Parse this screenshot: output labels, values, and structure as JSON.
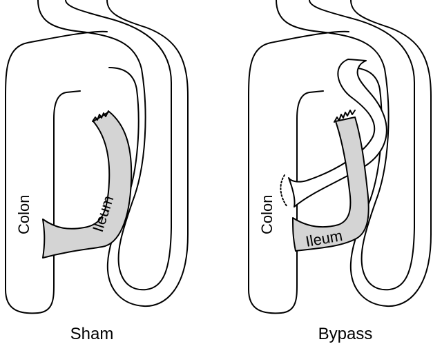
{
  "colors": {
    "ileum_fill": "#d4d4d4",
    "outline": "#000000",
    "background": "#ffffff"
  },
  "panels": [
    {
      "caption": "Sham",
      "labels": {
        "colon": "Colon",
        "ileum": "Ileum"
      }
    },
    {
      "caption": "Bypass",
      "labels": {
        "colon": "Colon",
        "ileum": "Ileum"
      }
    }
  ]
}
